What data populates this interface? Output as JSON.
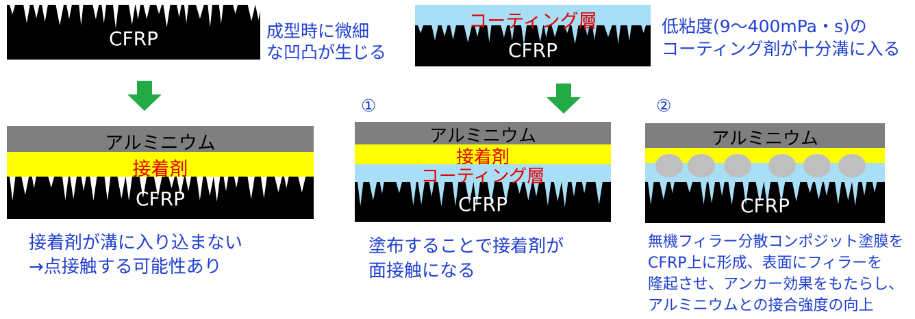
{
  "labels": {
    "cfrp": "CFRP",
    "coating_layer": "コーティング層",
    "aluminum": "アルミニウム",
    "adhesive": "接着剤",
    "marker_1": "①",
    "marker_2": "②"
  },
  "notes": {
    "top_left_line1": "成型時に微細",
    "top_left_line2": "な凹凸が生じる",
    "top_right_line1": "低粘度(9～400mPa・s)の",
    "top_right_line2": "コーティング剤が十分溝に入る",
    "bottom_left_line1": "接着剤が溝に入り込まない",
    "bottom_left_line2": "→点接触する可能性あり",
    "bottom_mid_line1": "塗布することで接着剤が",
    "bottom_mid_line2": "面接触になる",
    "bottom_right_line1": "無機フィラー分散コンポジット塗膜を",
    "bottom_right_line2": "CFRP上に形成、表面にフィラーを",
    "bottom_right_line3": "隆起させ、アンカー効果をもたらし、",
    "bottom_right_line4": "アルミニウムとの接合強度の向上"
  },
  "colors": {
    "cfrp": "#000000",
    "aluminum": "#7f7f7f",
    "adhesive": "#ffff00",
    "coating": "#a8def6",
    "filler": "#bfbfbf",
    "arrow": "#22aa44",
    "note_text": "#1f3fd1",
    "red_text": "#e00000"
  }
}
